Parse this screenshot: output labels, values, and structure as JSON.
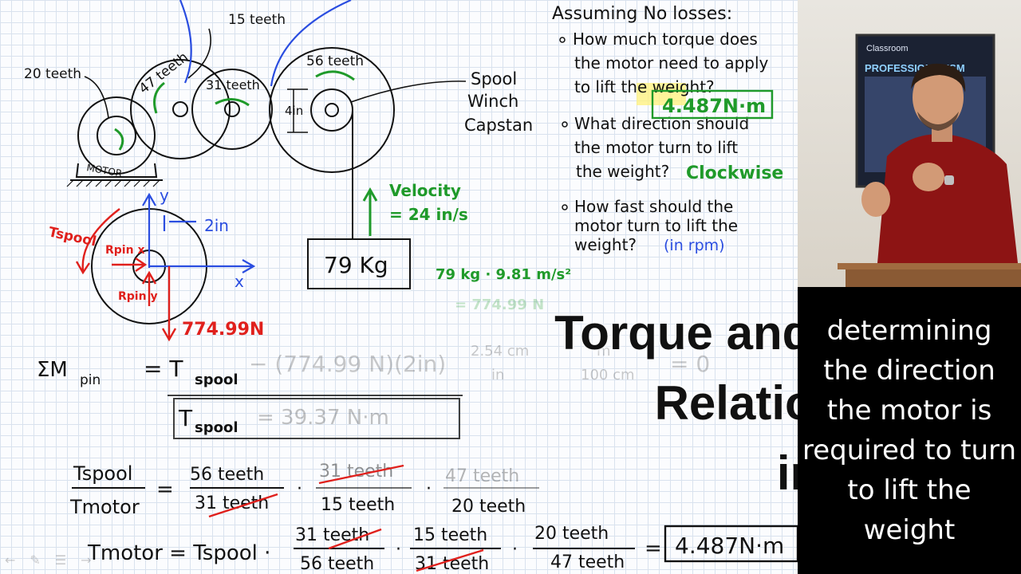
{
  "title": {
    "line1": "Torque and Speed",
    "line2": "Relationships",
    "line3": "in Gears"
  },
  "caption": "determining the direction the motor is required to turn to lift the weight",
  "diagram_labels": {
    "teeth_15": "15 teeth",
    "teeth_20": "20 teeth",
    "teeth_47": "47 teeth",
    "teeth_31": "31 teeth",
    "teeth_56": "56 teeth",
    "motor": "MOTOR",
    "four_in": "4in",
    "spool": "Spool",
    "winch": "Winch",
    "capstan": "Capstan",
    "velocity": "Velocity",
    "velocity_value": "= 24 in/s",
    "mass": "79 Kg",
    "weight_calc": "79 kg · 9.81 m/s²",
    "weight_result": "= 774.99 N",
    "fbd_y": "y",
    "fbd_x": "x",
    "fbd_tspool": "Tspool",
    "fbd_two_in": "2in",
    "fbd_rpinx": "Rpin x",
    "fbd_rpiny": "Rpin y",
    "fbd_force": "774.99N"
  },
  "questions": {
    "header": "Assuming No losses:",
    "q1_line1": "How much torque does",
    "q1_line2": "the motor need to apply",
    "q1_line3": "to lift the weight?",
    "q1_answer": "4.487N·m",
    "q2_line1": "What direction should",
    "q2_line2": "the motor turn to lift",
    "q2_line3": "the weight?",
    "q2_answer": "Clockwise",
    "q3_line1": "How fast should the",
    "q3_line2": "motor turn to lift the",
    "q3_line3": "weight?",
    "q3_note": "(in rpm)"
  },
  "equations": {
    "moment_lhs": "ΣM",
    "moment_sub": "pin",
    "moment_eq": "= T",
    "moment_sub2": "spool",
    "moment_rest": "− (774.99 N)(2in)",
    "conv1_num": "2.54 cm",
    "conv1_den": "in",
    "conv2_num": "m",
    "conv2_den": "100 cm",
    "moment_zero": "= 0",
    "tspool_result_lhs": "T",
    "tspool_result_sub": "spool",
    "tspool_result_val": "= 39.37 N·m",
    "ratio_num": "Tspool",
    "ratio_den": "Tmotor",
    "ratio_f1_num": "56 teeth",
    "ratio_f1_den": "31 teeth",
    "ratio_f2_num": "31 teeth",
    "ratio_f2_den": "15 teeth",
    "ratio_f3_num": "47 teeth",
    "ratio_f3_den": "20 teeth",
    "tmotor_lhs": "Tmotor = Tspool ·",
    "tmotor_f1_num": "31 teeth",
    "tmotor_f1_den": "56 teeth",
    "tmotor_f2_num": "15 teeth",
    "tmotor_f2_den": "31 teeth",
    "tmotor_f3_num": "20 teeth",
    "tmotor_f3_den": "47 teeth",
    "tmotor_result": "4.487N·m"
  },
  "poster": {
    "line1": "Classroom",
    "line2": "PROFESSIONALISM"
  },
  "colors": {
    "ink": "#111111",
    "red": "#e0201c",
    "blue": "#2a4de0",
    "green": "#1f9a2a",
    "highlight": "#fff27a"
  }
}
